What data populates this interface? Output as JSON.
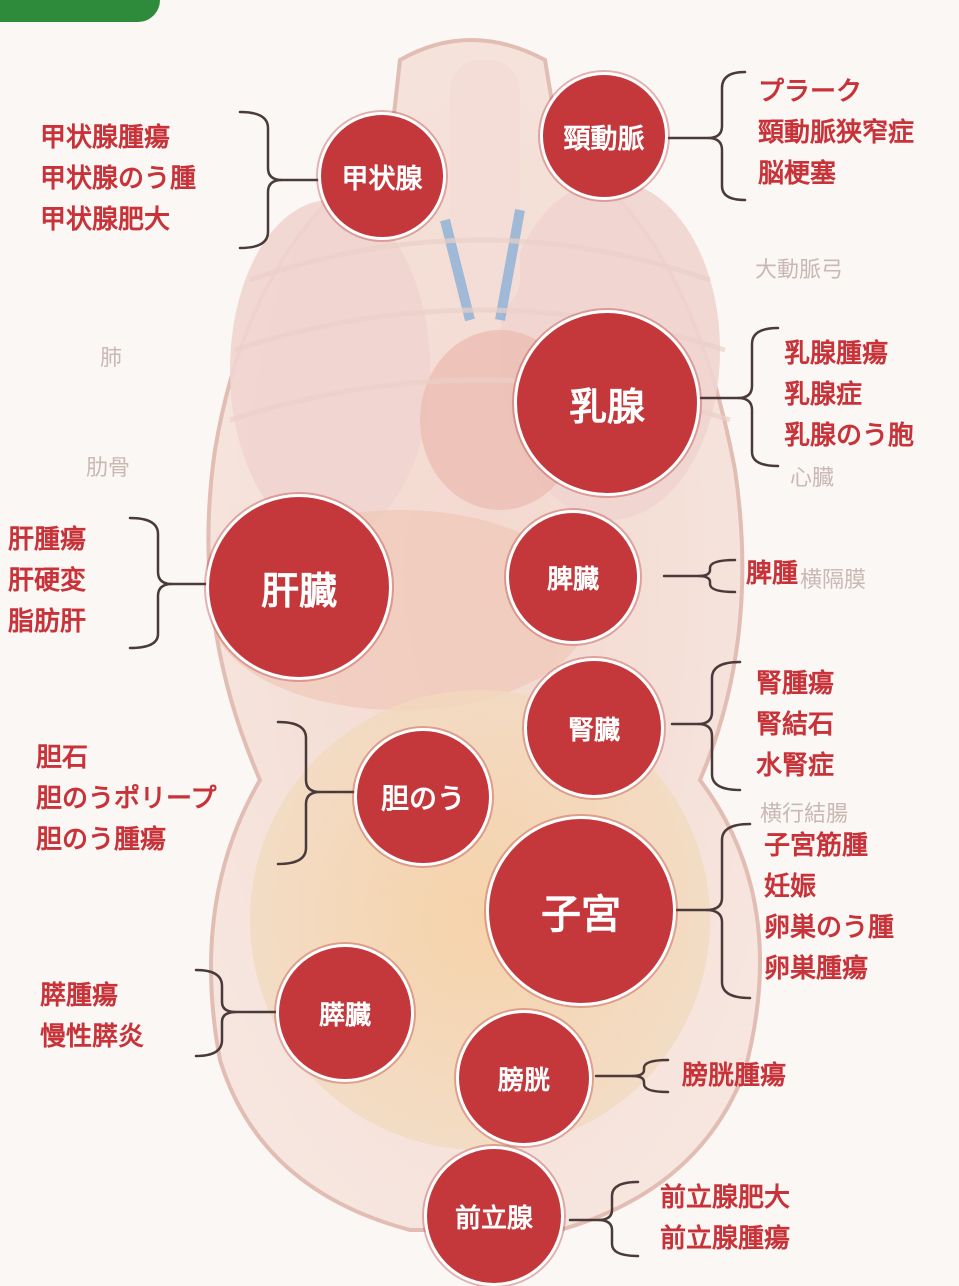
{
  "colors": {
    "organ_fill": "#c4383c",
    "condition_text": "#c8333a",
    "tab": "#2e8b3c"
  },
  "organs": [
    {
      "key": "thyroid",
      "name": "甲状腺"
    },
    {
      "key": "carotid",
      "name": "頸動脈"
    },
    {
      "key": "breast",
      "name": "乳腺"
    },
    {
      "key": "liver",
      "name": "肝臓"
    },
    {
      "key": "spleen",
      "name": "脾臓"
    },
    {
      "key": "kidney",
      "name": "腎臓"
    },
    {
      "key": "gallbladder",
      "name": "胆のう"
    },
    {
      "key": "uterus",
      "name": "子宮"
    },
    {
      "key": "pancreas",
      "name": "膵臓"
    },
    {
      "key": "bladder",
      "name": "膀胱"
    },
    {
      "key": "prostate",
      "name": "前立腺"
    }
  ],
  "conditions": {
    "thyroid": [
      "甲状腺腫瘍",
      "甲状腺のう腫",
      "甲状腺肥大"
    ],
    "carotid": [
      "プラーク",
      "頸動脈狭窄症",
      "脳梗塞"
    ],
    "breast": [
      "乳腺腫瘍",
      "乳腺症",
      "乳腺のう胞"
    ],
    "liver": [
      "肝腫瘍",
      "肝硬変",
      "脂肪肝"
    ],
    "spleen": [
      "脾腫"
    ],
    "kidney": [
      "腎腫瘍",
      "腎結石",
      "水腎症"
    ],
    "gallbladder": [
      "胆石",
      "胆のうポリープ",
      "胆のう腫瘍"
    ],
    "uterus": [
      "子宮筋腫",
      "妊娠",
      "卵巣のう腫",
      "卵巣腫瘍"
    ],
    "pancreas": [
      "膵腫瘍",
      "慢性膵炎"
    ],
    "bladder": [
      "膀胱腫瘍"
    ],
    "prostate": [
      "前立腺肥大",
      "前立腺腫瘍"
    ]
  },
  "background_labels": [
    "大動脈弓",
    "肺",
    "肋骨",
    "心臓",
    "横隔膜",
    "横行結腸"
  ]
}
